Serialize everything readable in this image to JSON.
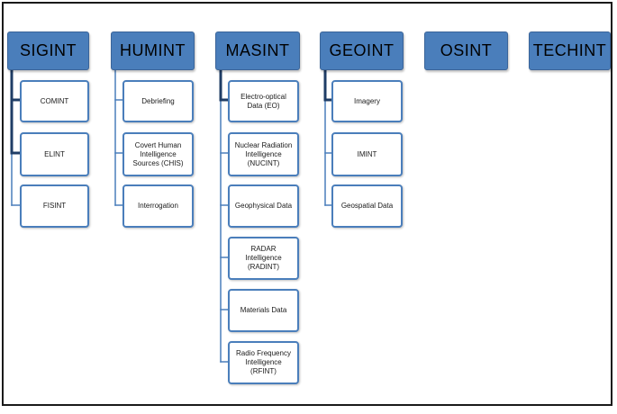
{
  "disciplines": [
    {
      "label": "SIGINT",
      "children": [
        "COMINT",
        "ELINT",
        "FISINT"
      ]
    },
    {
      "label": "HUMINT",
      "children": [
        "Debriefing",
        "Covert Human Intelligence Sources (CHIS)",
        "Interrogation"
      ]
    },
    {
      "label": "MASINT",
      "children": [
        "Electro-optical Data (EO)",
        "Nuclear Radiation Intelligence (NUCINT)",
        "Geophysical Data",
        "RADAR Intelligence (RADINT)",
        "Materials Data",
        "Radio Frequency Intelligence (RFINT)"
      ]
    },
    {
      "label": "GEOINT",
      "children": [
        "Imagery",
        "IMINT",
        "Geospatial Data"
      ]
    },
    {
      "label": "OSINT",
      "children": []
    },
    {
      "label": "TECHINT",
      "children": []
    }
  ],
  "colors": {
    "header_fill": "#4a7ebb",
    "box_border": "#4a7ebb",
    "connector": "#4a7ebb",
    "connector_dark": "#1f3d66"
  }
}
